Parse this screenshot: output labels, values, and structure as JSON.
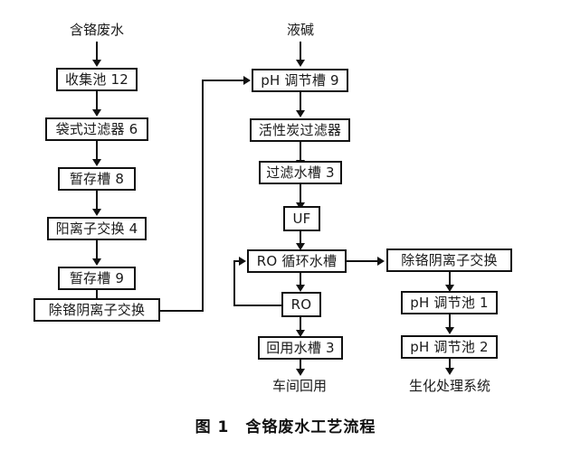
{
  "figure": {
    "caption": "图 1　含铬废水工艺流程",
    "caption_number": "图 1",
    "caption_title": "含铬废水工艺流程"
  },
  "diagram": {
    "type": "process-flowchart",
    "inputs": [
      {
        "id": "in-chrome-wastewater",
        "label": "含铬废水",
        "column": "left"
      },
      {
        "id": "in-liquid-alkali",
        "label": "液碱",
        "column": "middle"
      }
    ],
    "outputs": [
      {
        "id": "out-workshop-reuse",
        "label": "车间回用",
        "column": "middle"
      },
      {
        "id": "out-biochem-system",
        "label": "生化处理系统",
        "column": "right"
      }
    ],
    "columns": {
      "left": {
        "name": "chrome-wastewater-pretreatment",
        "nodes": [
          {
            "id": "collection-tank-12",
            "label": "收集池 12"
          },
          {
            "id": "bag-filter-6",
            "label": "袋式过滤器 6"
          },
          {
            "id": "buffer-tank-8",
            "label": "暂存槽 8"
          },
          {
            "id": "cation-exchange-4",
            "label": "阳离子交换 4"
          },
          {
            "id": "buffer-tank-9",
            "label": "暂存槽 9"
          },
          {
            "id": "chrome-anion-exchange-left",
            "label": "除铬阴离子交换"
          }
        ]
      },
      "middle": {
        "name": "membrane-reuse-train",
        "nodes": [
          {
            "id": "ph-adjust-tank-9",
            "label": "pH 调节槽 9"
          },
          {
            "id": "activated-carbon-filter",
            "label": "活性炭过滤器"
          },
          {
            "id": "filtered-water-tank-3",
            "label": "过滤水槽 3"
          },
          {
            "id": "uf",
            "label": "UF"
          },
          {
            "id": "ro-circulation-tank",
            "label": "RO 循环水槽"
          },
          {
            "id": "ro",
            "label": "RO"
          },
          {
            "id": "reuse-water-tank-3",
            "label": "回用水槽 3"
          }
        ]
      },
      "right": {
        "name": "concentrate-treatment",
        "nodes": [
          {
            "id": "chrome-anion-exchange-right",
            "label": "除铬阴离子交换"
          },
          {
            "id": "ph-adjust-pond-1",
            "label": "pH 调节池 1"
          },
          {
            "id": "ph-adjust-pond-2",
            "label": "pH 调节池 2"
          }
        ]
      }
    },
    "connections": [
      {
        "from": "in-chrome-wastewater",
        "to": "collection-tank-12",
        "kind": "arrow-down"
      },
      {
        "from": "collection-tank-12",
        "to": "bag-filter-6",
        "kind": "arrow-down"
      },
      {
        "from": "bag-filter-6",
        "to": "buffer-tank-8",
        "kind": "arrow-down"
      },
      {
        "from": "buffer-tank-8",
        "to": "cation-exchange-4",
        "kind": "arrow-down"
      },
      {
        "from": "cation-exchange-4",
        "to": "buffer-tank-9",
        "kind": "arrow-down"
      },
      {
        "from": "buffer-tank-9",
        "to": "chrome-anion-exchange-left",
        "kind": "arrow-down"
      },
      {
        "from": "chrome-anion-exchange-left",
        "to": "ph-adjust-tank-9",
        "kind": "routed-right-up-right"
      },
      {
        "from": "in-liquid-alkali",
        "to": "ph-adjust-tank-9",
        "kind": "arrow-down"
      },
      {
        "from": "ph-adjust-tank-9",
        "to": "activated-carbon-filter",
        "kind": "arrow-down"
      },
      {
        "from": "activated-carbon-filter",
        "to": "filtered-water-tank-3",
        "kind": "arrow-down"
      },
      {
        "from": "filtered-water-tank-3",
        "to": "uf",
        "kind": "arrow-down"
      },
      {
        "from": "uf",
        "to": "ro-circulation-tank",
        "kind": "arrow-down"
      },
      {
        "from": "ro-circulation-tank",
        "to": "ro",
        "kind": "arrow-down"
      },
      {
        "from": "ro",
        "to": "ro-circulation-tank",
        "kind": "recycle-left-up-right"
      },
      {
        "from": "ro",
        "to": "reuse-water-tank-3",
        "kind": "arrow-down"
      },
      {
        "from": "reuse-water-tank-3",
        "to": "out-workshop-reuse",
        "kind": "arrow-down"
      },
      {
        "from": "ro-circulation-tank",
        "to": "chrome-anion-exchange-right",
        "kind": "arrow-right"
      },
      {
        "from": "chrome-anion-exchange-right",
        "to": "ph-adjust-pond-1",
        "kind": "arrow-down"
      },
      {
        "from": "ph-adjust-pond-1",
        "to": "ph-adjust-pond-2",
        "kind": "arrow-down"
      },
      {
        "from": "ph-adjust-pond-2",
        "to": "out-biochem-system",
        "kind": "arrow-down"
      }
    ]
  },
  "colors": {
    "stroke": "#111111",
    "background": "#ffffff",
    "text": "#1a1a1a"
  }
}
